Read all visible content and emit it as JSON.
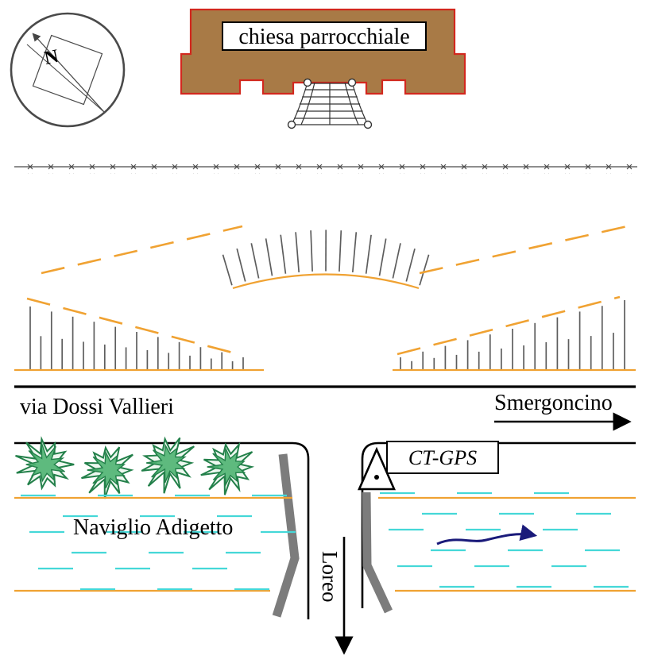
{
  "compass": {
    "north_label": "N"
  },
  "church": {
    "label": "chiesa parrocchiale"
  },
  "road": {
    "name": "via Dossi Vallieri",
    "direction_label": "Smergoncino"
  },
  "canal": {
    "name": "Naviglio Adigetto",
    "direction_label": "Loreo"
  },
  "gps": {
    "label": "CT-GPS"
  },
  "colors": {
    "brown": "#a87a46",
    "red": "#d2281e",
    "orange": "#f0a232",
    "cyan": "#45d8d8",
    "green": "#4eb271",
    "greendark": "#23804a",
    "graywall": "#7c7c7c",
    "navy": "#1a1a7a",
    "hachure": "#5d5d5d"
  }
}
